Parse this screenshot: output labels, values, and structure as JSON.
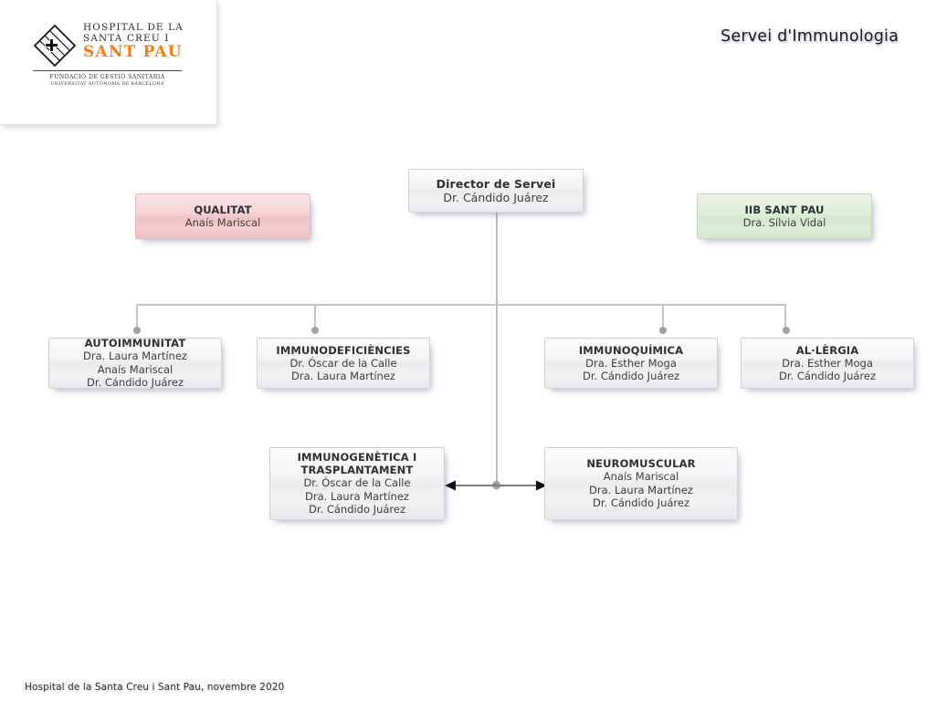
{
  "header": {
    "title": "Servei d'Immunologia",
    "logo": {
      "line1": "HOSPITAL DE LA",
      "line2": "SANTA CREU I",
      "line3": "SANT PAU",
      "sub1": "FUNDACIÓ DE GESTIÓ SANITÀRIA",
      "sub2": "UNIVERSITAT AUTÒNOMA DE BARCELONA",
      "accent_color": "#ef7f1a",
      "icon": "sant-pau-cross-shield"
    }
  },
  "chart_data": {
    "type": "orgchart",
    "title": "Servei d'Immunologia",
    "root": {
      "title": "Director de Servei",
      "people": [
        "Dr. Cándido Juárez"
      ]
    },
    "side_nodes": [
      {
        "id": "qualitat",
        "title": "QUALITAT",
        "people": [
          "Anaís Mariscal"
        ],
        "color": "#f2cdd1",
        "side": "left"
      },
      {
        "id": "iib-sant-pau",
        "title": "IIB SANT PAU",
        "people": [
          "Dra. Sílvia Vidal"
        ],
        "color": "#d9e8d3",
        "side": "right"
      }
    ],
    "units": [
      {
        "id": "autoimmunitat",
        "title": "AUTOIMMUNITAT",
        "people": [
          "Dra. Laura Martínez",
          "Anaís Mariscal",
          "Dr. Cándido Juárez"
        ]
      },
      {
        "id": "immunodeficiencies",
        "title": "IMMUNODEFICIÈNCIES",
        "people": [
          "Dr. Óscar de la Calle",
          "Dra. Laura Martínez"
        ]
      },
      {
        "id": "immunoquimica",
        "title": "IMMUNOQUÍMICA",
        "people": [
          "Dra. Esther Moga",
          "Dr. Cándido Juárez"
        ]
      },
      {
        "id": "al-lergia",
        "title": "AL·LÈRGIA",
        "people": [
          "Dra. Esther Moga",
          "Dr. Cándido Juárez"
        ]
      }
    ],
    "sub_units": [
      {
        "id": "immunogenetica-i-trasplantament",
        "title_line1": "IMMUNOGENÈTICA I",
        "title_line2": "TRASPLANTAMENT",
        "people": [
          "Dr. Óscar de la Calle",
          "Dra. Laura Martínez",
          "Dr. Cándido Juárez"
        ]
      },
      {
        "id": "neuromuscular",
        "title_line1": "NEUROMUSCULAR",
        "title_line2": "",
        "people": [
          "Anaís Mariscal",
          "Dra. Laura Martínez",
          "Dr. Cándido Juárez"
        ]
      }
    ],
    "connector_color": "#a8aab4",
    "bidirectional_link": {
      "from": "immunogenetica-i-trasplantament",
      "to": "neuromuscular"
    }
  },
  "footer": {
    "text": "Hospital de la Santa Creu i Sant Pau, novembre 2020"
  }
}
